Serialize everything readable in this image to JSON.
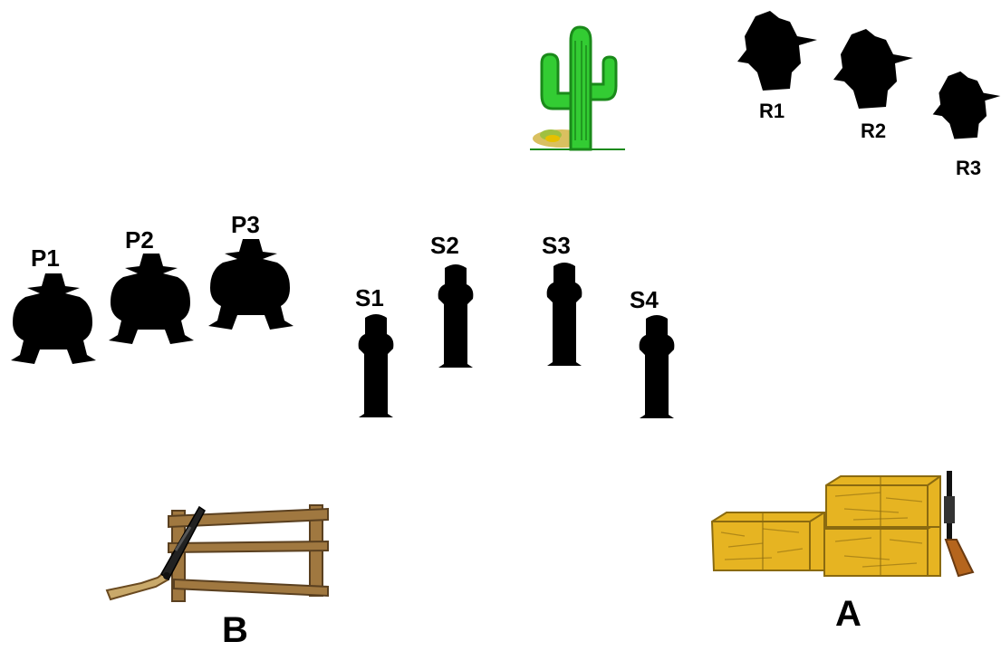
{
  "targets": {
    "poppers": [
      {
        "label": "P1"
      },
      {
        "label": "P2"
      },
      {
        "label": "P3"
      }
    ],
    "steel": [
      {
        "label": "S1"
      },
      {
        "label": "S2"
      },
      {
        "label": "S3"
      },
      {
        "label": "S4"
      }
    ],
    "rifle_targets": [
      {
        "label": "R1"
      },
      {
        "label": "R2"
      },
      {
        "label": "R3"
      }
    ]
  },
  "positions": {
    "a": {
      "label": "A"
    },
    "b": {
      "label": "B"
    }
  },
  "colors": {
    "silhouette": "#000000",
    "cactus": "#33cc33",
    "cactus_dark": "#1a8a1a",
    "hay": "#e6b422",
    "hay_dark": "#8a6a10",
    "wood": "#a07840",
    "wood_dark": "#5a4020"
  },
  "icons": [
    "cactus-icon",
    "fence-icon",
    "rifle-icon",
    "hay-bales-icon",
    "outlaw-silhouette-icon",
    "steel-plate-icon"
  ]
}
